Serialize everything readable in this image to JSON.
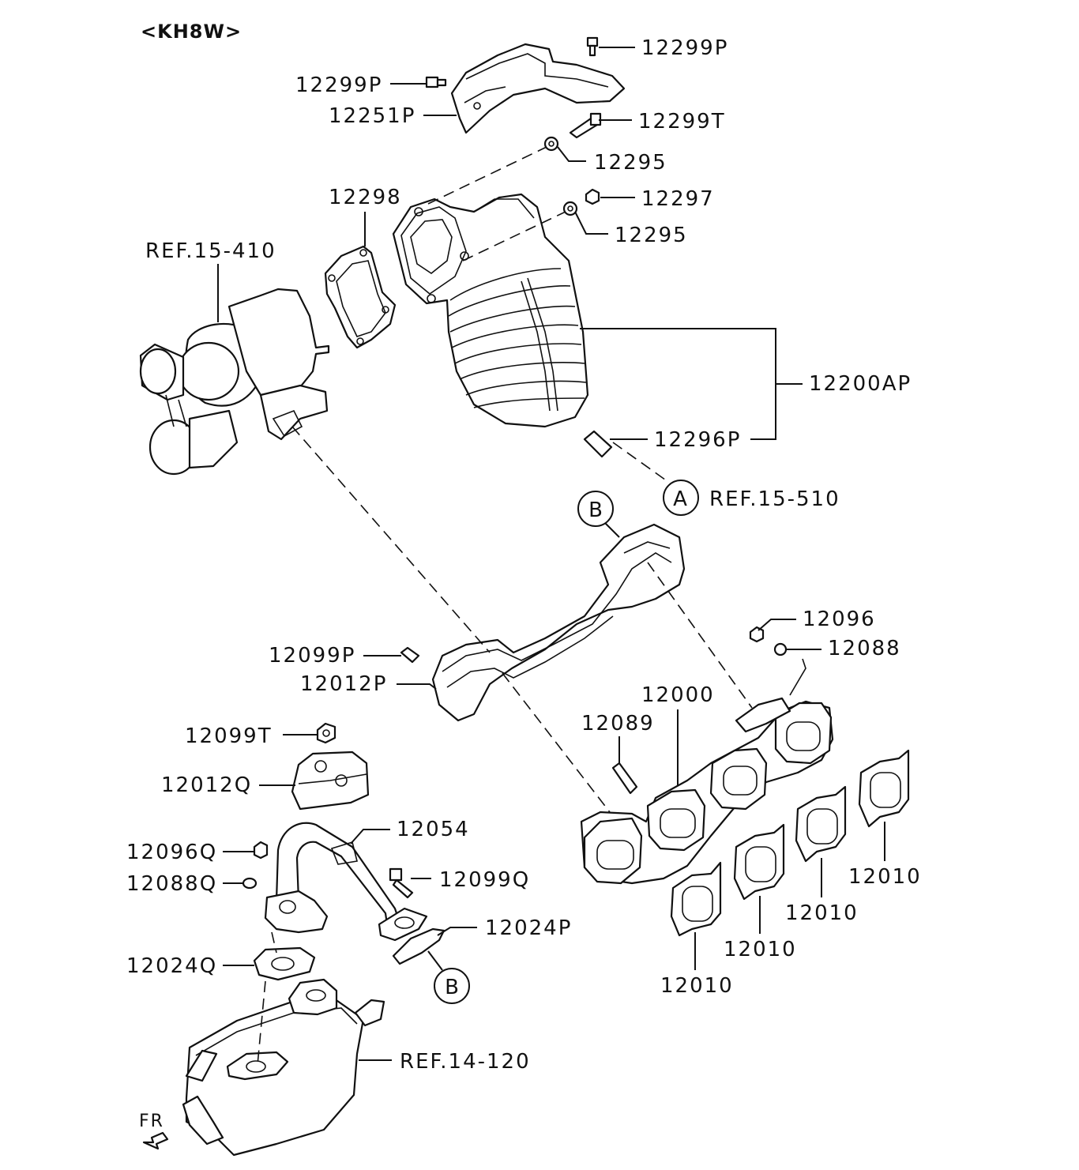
{
  "diagram": {
    "title": "<KH8W>",
    "callouts": {
      "c_12299P_top": "12299P",
      "c_12299P_left": "12299P",
      "c_12251P": "12251P",
      "c_12299T": "12299T",
      "c_12295_a": "12295",
      "c_12297": "12297",
      "c_12295_b": "12295",
      "c_12298": "12298",
      "c_ref15410": "REF.15-410",
      "c_12200AP": "12200AP",
      "c_12296P": "12296P",
      "c_ref15510": "REF.15-510",
      "c_12096": "12096",
      "c_12088": "12088",
      "c_12099P": "12099P",
      "c_12012P": "12012P",
      "c_12000": "12000",
      "c_12089": "12089",
      "c_12099T": "12099T",
      "c_12012Q": "12012Q",
      "c_12054": "12054",
      "c_12096Q": "12096Q",
      "c_12088Q": "12088Q",
      "c_12099Q": "12099Q",
      "c_12024P": "12024P",
      "c_12024Q": "12024Q",
      "c_12010_a": "12010",
      "c_12010_b": "12010",
      "c_12010_c": "12010",
      "c_12010_d": "12010",
      "c_ref14120": "REF.14-120",
      "fr": "FR"
    },
    "markers": {
      "marker_a": "A",
      "marker_b_top": "B",
      "marker_b_bottom": "B"
    }
  }
}
